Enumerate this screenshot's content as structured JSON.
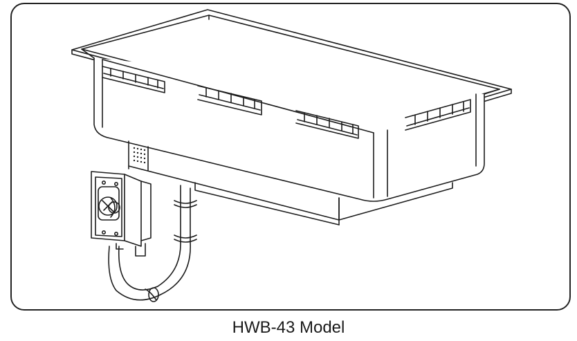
{
  "caption": "HWB-43 Model",
  "colors": {
    "line": "#1c1c1c",
    "background": "#ffffff",
    "frame": "#222222"
  },
  "icons": [
    "well-tray",
    "control-box",
    "drain-hose",
    "thermostat-knob",
    "vent-grille"
  ]
}
